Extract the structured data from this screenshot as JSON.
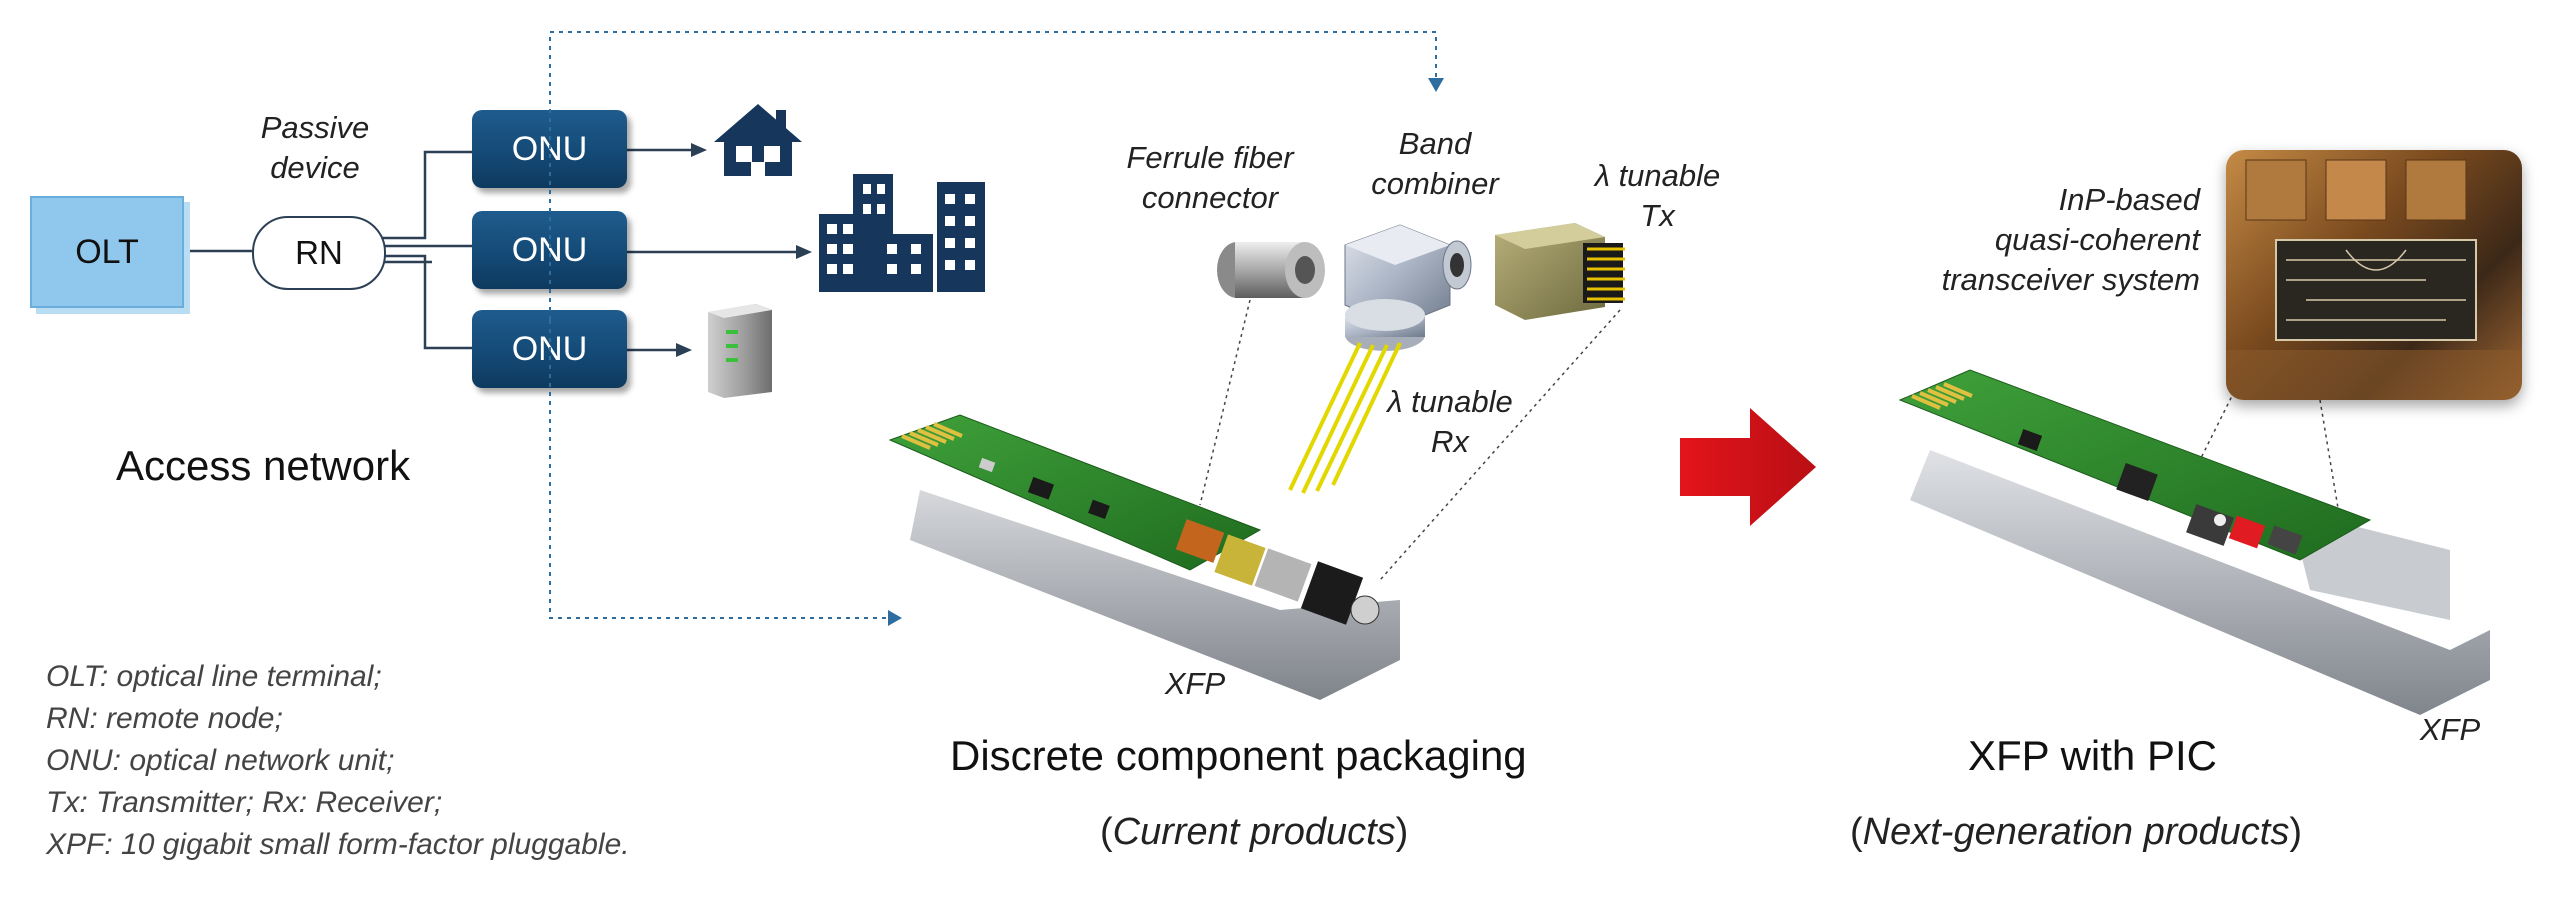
{
  "access_network": {
    "olt_label": "OLT",
    "rn_label": "RN",
    "passive_device_label": "Passive\ndevice",
    "onu_labels": [
      "ONU",
      "ONU",
      "ONU"
    ],
    "title": "Access network"
  },
  "legend": [
    "OLT: optical line terminal;",
    "RN: remote node;",
    "ONU: optical network unit;",
    "Tx: Transmitter; Rx: Receiver;",
    "XPF: 10 gigabit small form-factor pluggable."
  ],
  "discrete": {
    "ferrule_label": "Ferrule fiber\nconnector",
    "band_label": "Band\ncombiner",
    "tx_label": "λ tunable\nTx",
    "rx_label": "λ tunable\nRx",
    "xfp_label": "XFP",
    "title": "Discrete component packaging",
    "subtitle_open": "(",
    "subtitle_text": "Current products",
    "subtitle_close": ")"
  },
  "pic": {
    "inp_label": "InP-based\nquasi-coherent\ntransceiver system",
    "xfp_label": "XFP",
    "title": "XFP with PIC",
    "subtitle_open": "(",
    "subtitle_text": "Next-generation products",
    "subtitle_close": ")"
  },
  "colors": {
    "onu_blue": "#144a76",
    "olt_blue": "#8fc8ec",
    "arrow_red": "#e3141b",
    "pcb_green": "#2f8a2a",
    "dotted_line": "#2e6da0"
  },
  "icons": [
    "house-icon",
    "buildings-icon",
    "server-icon"
  ]
}
